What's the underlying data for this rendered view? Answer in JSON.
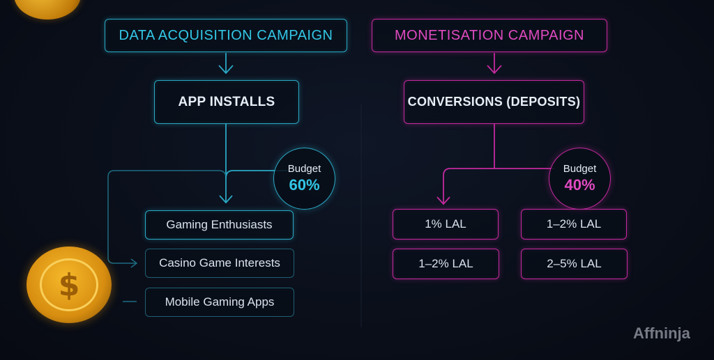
{
  "left": {
    "campaign": "DATA ACQUISITION CAMPAIGN",
    "objective": "APP INSTALLS",
    "budget_label": "Budget",
    "budget_value": "60%",
    "audiences": [
      "Gaming Enthusiasts",
      "Casino Game Interests",
      "Mobile Gaming Apps"
    ]
  },
  "right": {
    "campaign": "MONETISATION CAMPAIGN",
    "objective": "CONVERSIONS (DEPOSITS)",
    "budget_label": "Budget",
    "budget_value": "40%",
    "audiences": [
      "1% LAL",
      "1–2% LAL",
      "1–2% LAL",
      "2–5% LAL"
    ]
  },
  "coin_symbol": "$",
  "watermark": "Affninja",
  "colors": {
    "cyan": "#2aa8c4",
    "cyan_text": "#33c7e6",
    "pink": "#c42a9e",
    "pink_text": "#e04ac0",
    "coin": "#e8a317"
  }
}
